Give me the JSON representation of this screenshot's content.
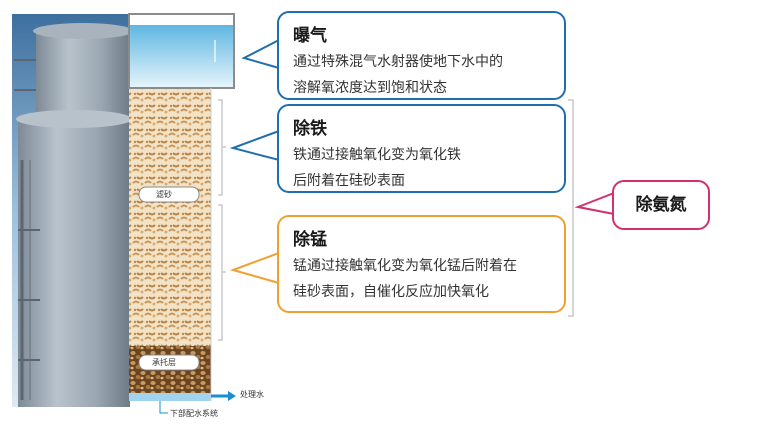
{
  "callouts": {
    "aeration": {
      "title": "曝气",
      "lines": [
        "通过特殊混气水射器使地下水中的",
        "溶解氧浓度达到饱和状态"
      ]
    },
    "iron_removal": {
      "title": "除铁",
      "lines": [
        "铁通过接触氧化变为氧化铁",
        "后附着在硅砂表面"
      ]
    },
    "manganese_removal": {
      "title": "除锰",
      "lines": [
        "锰通过接触氧化变为氧化锰后附着在",
        "硅砂表面，自催化反应加快氧化"
      ]
    },
    "ammonia_removal": {
      "title": "除氨氮"
    }
  },
  "column": {
    "filter_sand_label": "滤砂",
    "support_layer_label": "承托层",
    "treated_water_label": "处理水",
    "underdrain_label": "下部配水系统"
  },
  "colors": {
    "aeration_border": "#1f6fb0",
    "iron_border": "#1f6fb0",
    "manganese_border": "#f0a030",
    "ammonia_border": "#d0306e",
    "water": "#bfe3f4",
    "sand": "#d9b887",
    "gravel": "#9a6a38",
    "arrow": "#1a8ed0"
  }
}
